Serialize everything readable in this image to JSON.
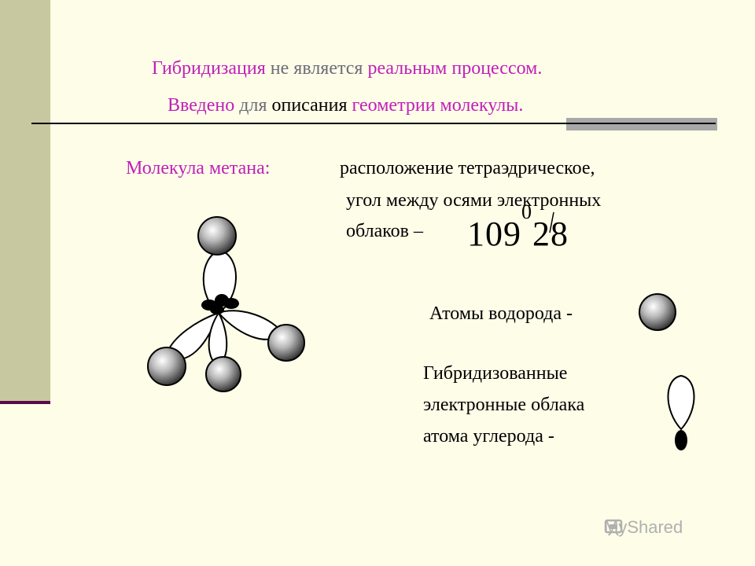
{
  "title": {
    "line1": {
      "word1": "Гибридизация",
      "word2": "не является",
      "word3": "реальным процессом."
    },
    "line2": {
      "word1": "Введено",
      "word2": "для",
      "word3": "описания",
      "word4": "геометрии молекулы."
    }
  },
  "content": {
    "methane_label": "Молекула метана:",
    "arrangement": "расположение тетраэдрическое,",
    "angle_line1": "угол между осями электронных",
    "angle_line2": "облаков –",
    "angle_degrees": "109",
    "angle_degree_mark": "0",
    "angle_minutes": "28"
  },
  "legend": {
    "hydrogen_label": "Атомы водорода -",
    "hybrid_line1": "Гибридизованные",
    "hybrid_line2": "электронные облака",
    "hybrid_line3": "атома углерода -"
  },
  "watermark": {
    "text": "MyShared"
  },
  "colors": {
    "accent_magenta": "#c020b8",
    "muted_gray": "#6c6c78",
    "sidebar": "#c8c8a0",
    "sidebar_line": "#5a0a4a",
    "background": "#fdfde8"
  }
}
